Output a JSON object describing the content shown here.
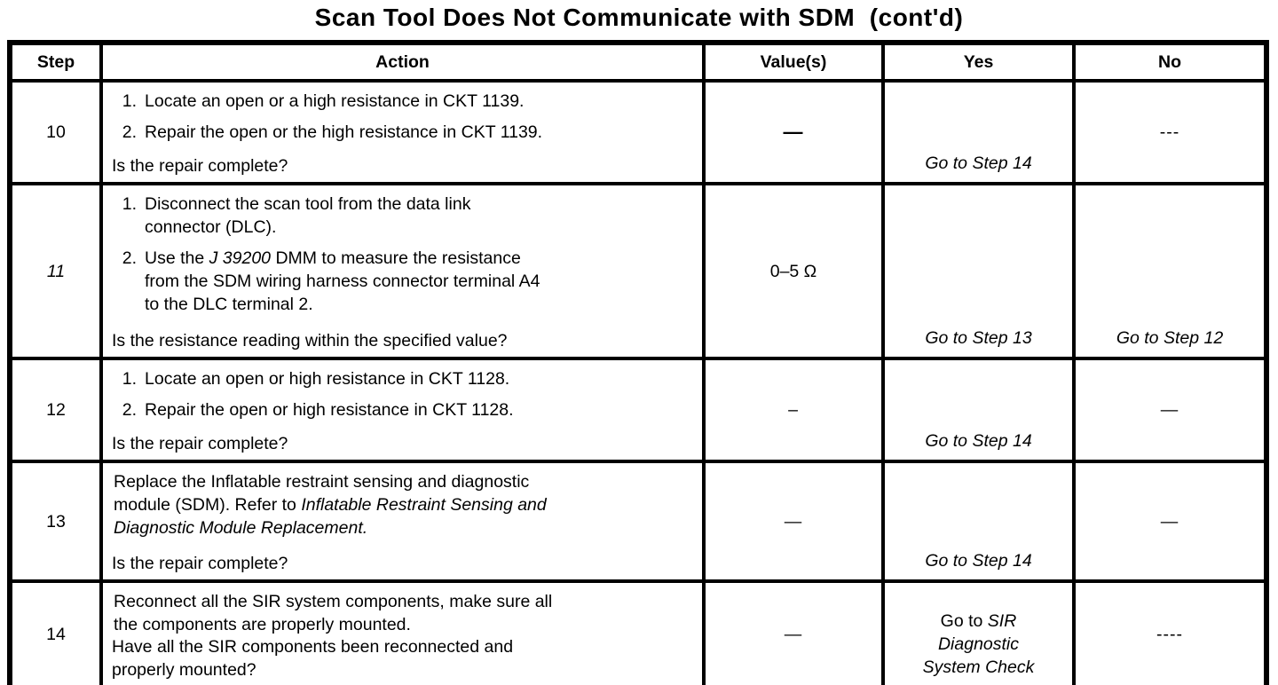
{
  "title": "Scan Tool Does Not Communicate with SDM  (cont'd)",
  "headers": {
    "step": "Step",
    "action": "Action",
    "values": "Value(s)",
    "yes": "Yes",
    "no": "No"
  },
  "rows": {
    "r10": {
      "step": "10",
      "n1": "1.",
      "n2": "2.",
      "item1": "Locate an open or a high resistance in CKT 1139.",
      "item2": "Repair the open or the high resistance in CKT 1139.",
      "question": "Is the repair complete?",
      "value": "—",
      "yes": "Go to Step 14",
      "no": "---"
    },
    "r11": {
      "step": "11",
      "n1": "1.",
      "n2": "2.",
      "item1": "Disconnect the scan tool from the data link\nconnector (DLC).",
      "item2_pre": "Use the ",
      "item2_italic": "J 39200",
      "item2_post": " DMM to measure the resistance\nfrom the SDM wiring harness connector terminal A4\nto the DLC terminal 2.",
      "question": "Is the resistance reading within the specified value?",
      "value": "0–5 Ω",
      "yes": "Go to Step 13",
      "no": "Go to Step 12"
    },
    "r12": {
      "step": "12",
      "n1": "1.",
      "n2": "2.",
      "item1": "Locate an open or high resistance in CKT 1128.",
      "item2": "Repair the open or high resistance in CKT 1128.",
      "question": "Is the repair complete?",
      "value": "–",
      "yes": "Go to Step 14",
      "no": "—"
    },
    "r13": {
      "step": "13",
      "para_pre": "Replace the Inflatable restraint sensing and diagnostic\nmodule (SDM). Refer to ",
      "para_italic": "Inflatable Restraint Sensing and\nDiagnostic Module Replacement.",
      "question": "Is the repair complete?",
      "value": "—",
      "yes": "Go to Step 14",
      "no": "—"
    },
    "r14": {
      "step": "14",
      "para": "Reconnect all the SIR system components, make sure all\nthe components are properly mounted.",
      "question": "Have all the SIR components been reconnected and\nproperly mounted?",
      "value": "—",
      "yes_pre": "Go to ",
      "yes_italic": "SIR\nDiagnostic\nSystem Check",
      "no": "----"
    }
  }
}
